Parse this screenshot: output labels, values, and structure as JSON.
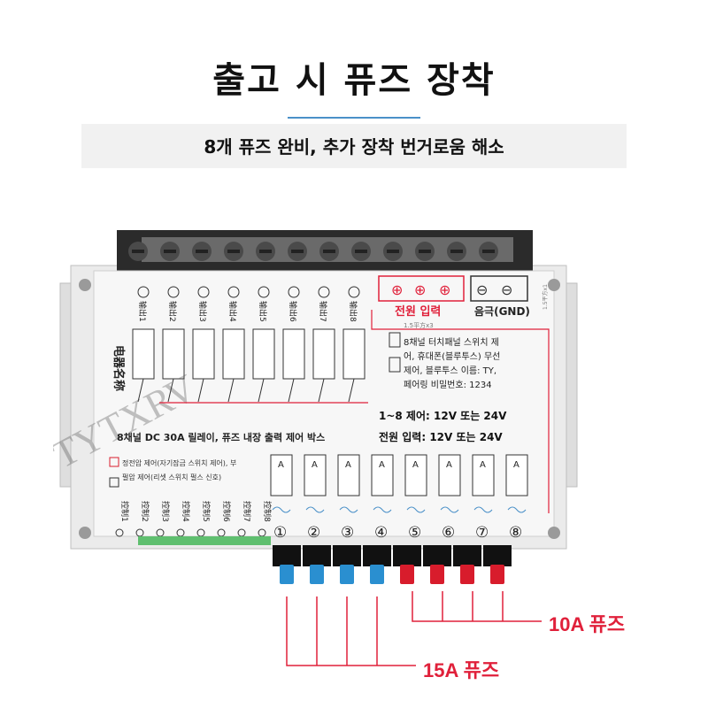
{
  "header": {
    "title": "출고 시 퓨즈 장착",
    "subtitle": "8개 퓨즈 완비, 추가 장착 번거로움 해소"
  },
  "callouts": {
    "fuse10": "10A 퓨즈",
    "fuse15": "15A 퓨즈"
  },
  "device": {
    "side_label": "电器名称",
    "watermark": "TYTXRV",
    "outputs": [
      "输出1",
      "输出2",
      "输出3",
      "输出4",
      "输出5",
      "输出6",
      "输出7",
      "输出8"
    ],
    "controls": [
      "控制1",
      "控制2",
      "控制3",
      "控制4",
      "控制5",
      "控制6",
      "控制7",
      "控制8"
    ],
    "power_label": "전원 입력",
    "gnd_label": "음극(GND)",
    "wire_spec": "1.5平方x3",
    "wire_spec2": "1.5平方x1",
    "desc_line1": "8채널 터치패널 스위치 제",
    "desc_line2": "어, 휴대폰(블루투스) 무선",
    "desc_line3": "제어, 블루투스 이름: TY,",
    "desc_line4": "페어링 비밀번호: 1234",
    "control_voltage": "1~8 제어: 12V 또는 24V",
    "power_voltage": "전원 입력: 12V 또는 24V",
    "product_name": "8채널 DC 30A 릴레이, 퓨즈 내장 출력 제어 박스",
    "mode1": "정전압 제어(자기잠금 스위치 제어), 부",
    "mode2": "펄압 제어(리셋 스위치 펄스 신호)",
    "fuse_numbers": [
      "①",
      "②",
      "③",
      "④",
      "⑤",
      "⑥",
      "⑦",
      "⑧"
    ],
    "fuse_letter": "A",
    "plus": "⊕",
    "minus": "⊖"
  },
  "colors": {
    "callout_red": "#e0203a",
    "fuse_blue": "#2a8fd0",
    "fuse_red": "#d81c2c",
    "accent_blue": "#4a90c8"
  }
}
